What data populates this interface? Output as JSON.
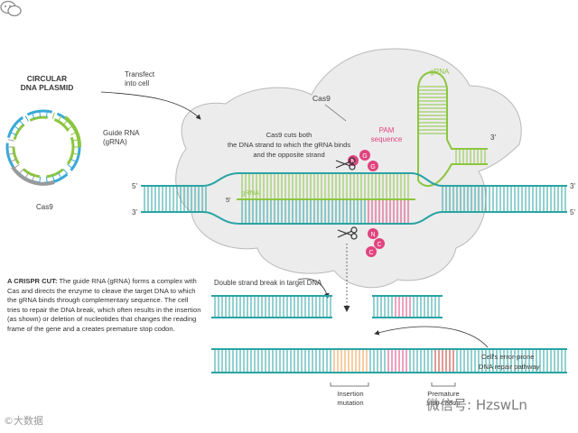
{
  "plasmid": {
    "title_line1": "CIRCULAR",
    "title_line2": "DNA PLASMID",
    "guide_line1": "Guide RNA",
    "guide_line2": "(gRNA)",
    "cas9": "Cas9"
  },
  "transfect": {
    "line1": "Transfect",
    "line2": "into cell"
  },
  "cell": {
    "cas9": "Cas9",
    "cuts_line1": "Cas9 cuts both",
    "cuts_line2": "the DNA strand to which the gRNA binds",
    "cuts_line3": "and the opposite strand",
    "pam_line1": "PAM",
    "pam_line2": "sequence",
    "grna_top": "gRNA",
    "grna_bound": "gRNA",
    "prime_3_grna": "3'",
    "nucleotides_top": [
      "N",
      "G",
      "G"
    ],
    "nucleotides_bottom": [
      "N",
      "C",
      "C"
    ]
  },
  "dna_ends": {
    "top_left": "5'",
    "bottom_left": "3'",
    "top_right": "3'",
    "bottom_right": "5'",
    "grna_left": "5'"
  },
  "caption": {
    "lead": "A CRISPR CUT:",
    "body": "The guide RNA (gRNA) forms a complex with Cas and directs the enzyme to cleave the target DNA to which the gRNA binds through complementary sequence. The cell tries to repair the DNA break, which often results in the insertion (as shown) or deletion of nucleotides that changes the reading frame of the gene and a creates premature stop codon."
  },
  "repair": {
    "break_label": "Double strand break in target DNA",
    "pathway_line1": "Cell's error-prone",
    "pathway_line2": "DNA repair pathway",
    "insertion_line1": "Insertion",
    "insertion_line2": "mutation",
    "premature_line1": "Premature",
    "premature_line2": "stop codon"
  },
  "watermark": {
    "left": "©大数据",
    "right": "微信号: HzswLn"
  },
  "colors": {
    "dna": "#2aa3a3",
    "grna": "#8cc63f",
    "pam": "#e0447f",
    "insertion": "#f29b4a",
    "stop": "#c0392b",
    "cell": "#ececec",
    "cell_border": "#b9b9b9",
    "plasmid_blue": "#39a9d8",
    "plasmid_grey": "#9a9a9a",
    "text": "#3a3a3a"
  }
}
